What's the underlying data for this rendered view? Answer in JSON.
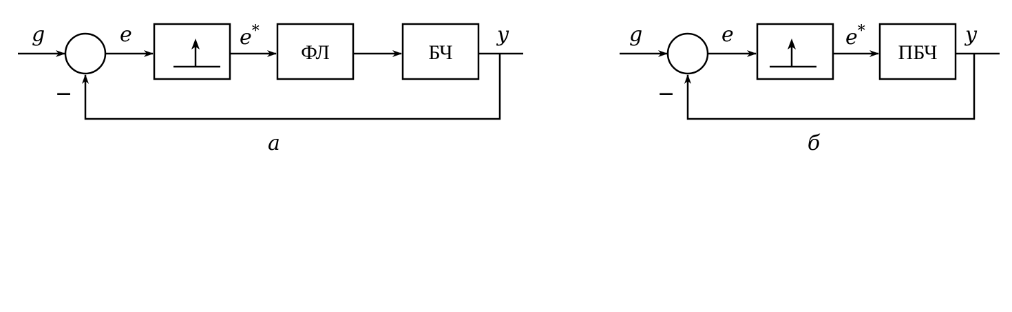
{
  "diagrams": [
    {
      "caption": "а",
      "signals": {
        "input": "g",
        "error": "e",
        "sampled": "e*",
        "output": "y"
      },
      "feedback_sign": "−",
      "blocks": [
        {
          "id": "sampler",
          "label": "",
          "icon": "impulse-arrow-icon"
        },
        {
          "id": "fl",
          "label": "ФЛ"
        },
        {
          "id": "bch",
          "label": "БЧ"
        }
      ]
    },
    {
      "caption": "б",
      "signals": {
        "input": "g",
        "error": "e",
        "sampled": "e*",
        "output": "y"
      },
      "feedback_sign": "−",
      "blocks": [
        {
          "id": "sampler",
          "label": "",
          "icon": "impulse-arrow-icon"
        },
        {
          "id": "pbch",
          "label": "ПБЧ"
        }
      ]
    }
  ]
}
